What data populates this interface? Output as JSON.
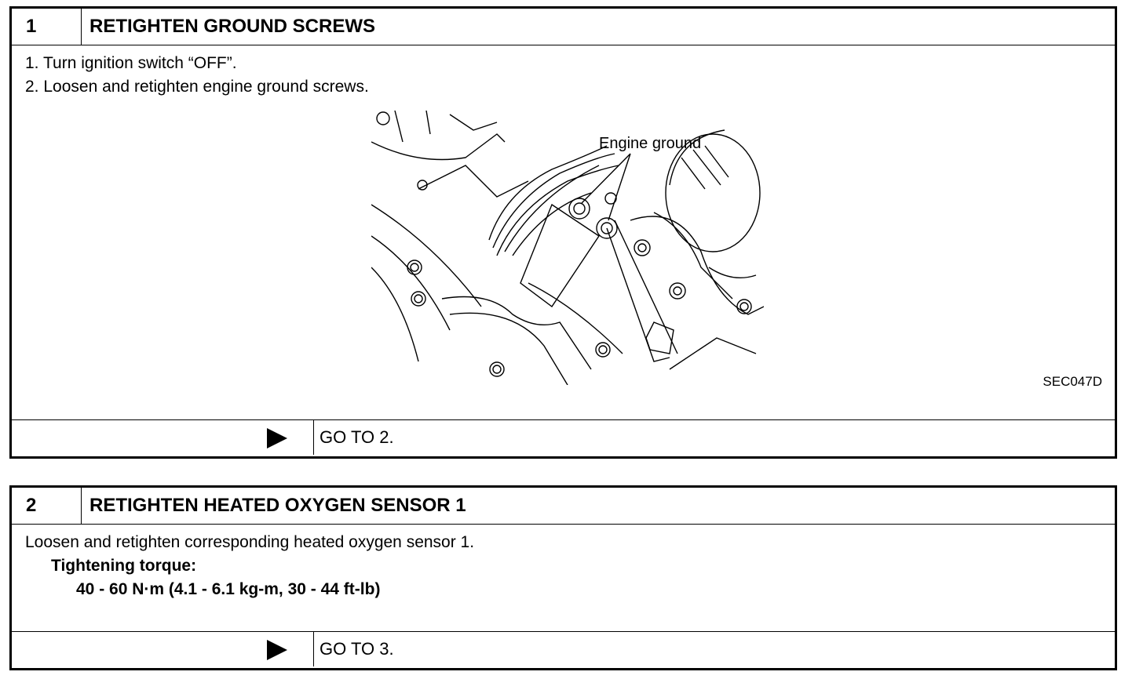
{
  "steps": [
    {
      "number": "1",
      "title": "RETIGHTEN GROUND SCREWS",
      "lines": [
        "1.  Turn ignition switch “OFF”.",
        "2.  Loosen and retighten engine ground screws."
      ],
      "figure": {
        "callout": "Engine ground",
        "code": "SEC047D"
      },
      "next": "GO TO 2."
    },
    {
      "number": "2",
      "title": "RETIGHTEN HEATED OXYGEN SENSOR 1",
      "lines": [
        "Loosen and retighten corresponding heated oxygen sensor 1."
      ],
      "torque_label": "Tightening torque:",
      "torque_value": "40 - 60 N·m (4.1 - 6.1 kg-m, 30 - 44 ft-lb)",
      "next": "GO TO 3."
    }
  ],
  "icons": {
    "next": "play-triangle-icon"
  }
}
